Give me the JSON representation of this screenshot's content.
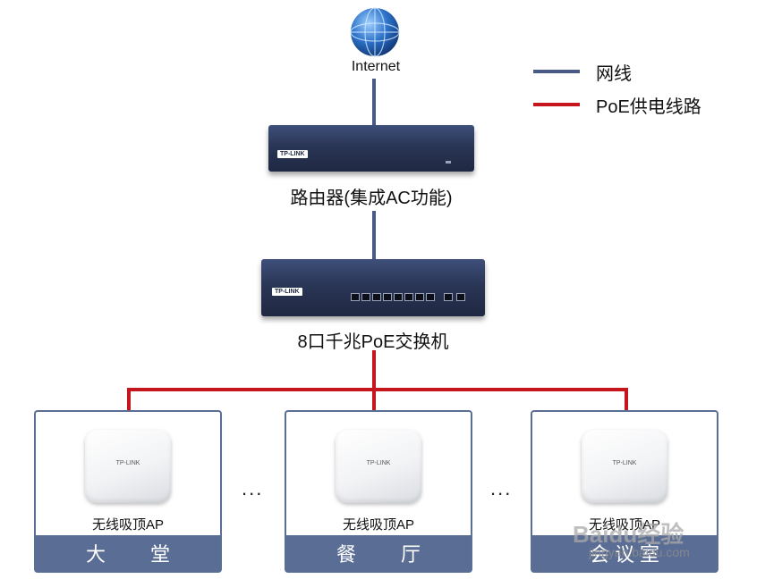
{
  "diagram": {
    "internet_label": "Internet",
    "legend": {
      "items": [
        {
          "label": "网线",
          "color": "#4a5a86"
        },
        {
          "label": "PoE供电线路",
          "color": "#c4161c"
        }
      ]
    },
    "router": {
      "label": "路由器(集成AC功能)",
      "brand": "TP-LINK"
    },
    "switch": {
      "label": "8口千兆PoE交换机",
      "brand": "TP-LINK"
    },
    "rooms": [
      {
        "name": "大 堂",
        "ap_label": "无线吸顶AP",
        "ap_brand": "TP-LINK"
      },
      {
        "name": "餐 厅",
        "ap_label": "无线吸顶AP",
        "ap_brand": "TP-LINK"
      },
      {
        "name": "会议室",
        "ap_label": "无线吸顶AP",
        "ap_brand": "TP-LINK"
      }
    ],
    "ellipsis": "...",
    "watermark": {
      "brand": "Baidu经验",
      "url": "jingyan.baidu.com"
    }
  }
}
